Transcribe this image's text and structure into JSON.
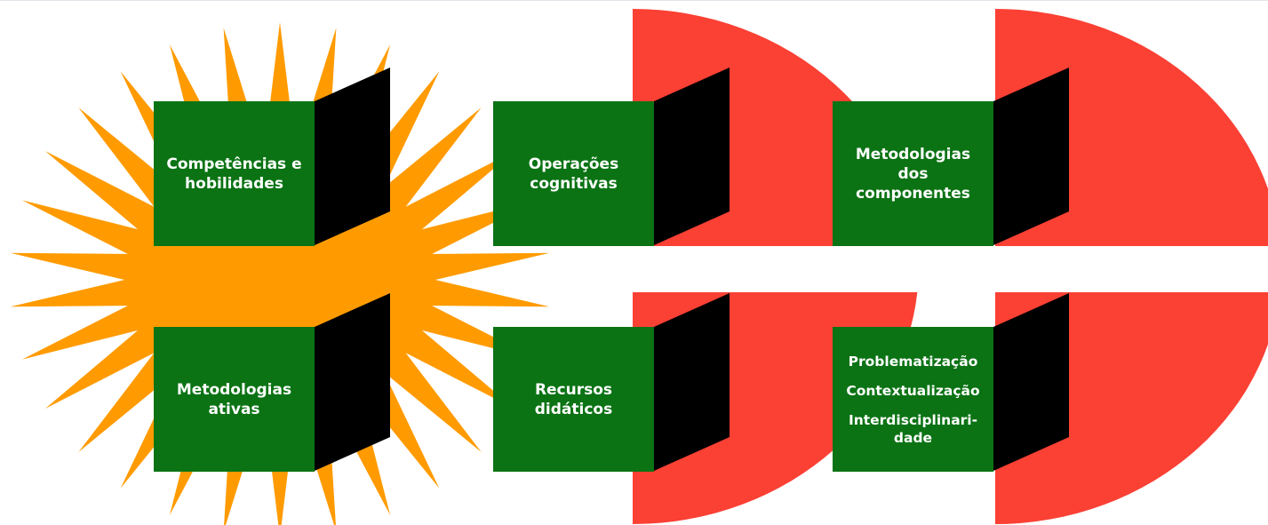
{
  "colors": {
    "box_fill": "#0b7314",
    "box_side": "#000000",
    "box_text": "#ffffff",
    "starburst": "#ff9b00",
    "semicircles": "#fb4034"
  },
  "boxes": [
    {
      "id": "competencias",
      "lines": [
        "Competências e",
        "hobilidades"
      ]
    },
    {
      "id": "operacoes",
      "lines": [
        "Operações",
        "cognitivas"
      ]
    },
    {
      "id": "metodologias-componentes",
      "lines": [
        "Metodologias",
        "dos",
        "componentes"
      ]
    },
    {
      "id": "metodologias-ativas",
      "lines": [
        "Metodologias",
        "ativas"
      ]
    },
    {
      "id": "recursos",
      "lines": [
        "Recursos",
        "didáticos"
      ]
    },
    {
      "id": "principios",
      "lines": [
        "Problematização",
        "Contextualização",
        "Interdisciplinari-",
        "dade"
      ]
    }
  ]
}
